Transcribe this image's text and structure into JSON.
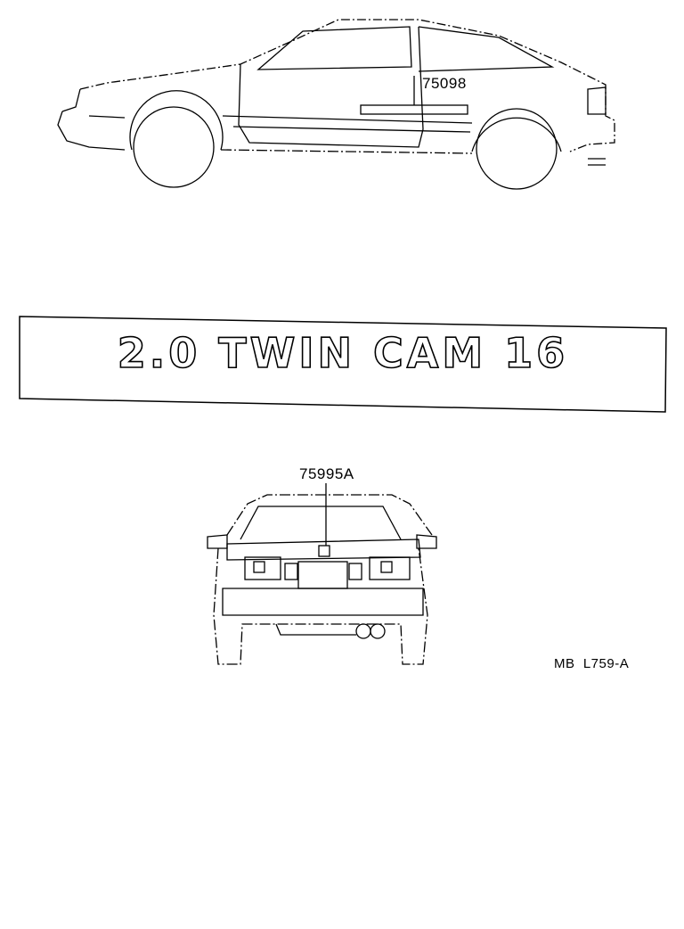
{
  "side_view": {
    "part_number": "75098"
  },
  "emblem": {
    "text": "2.0 TWIN CAM 16"
  },
  "rear_view": {
    "part_number": "75995A"
  },
  "diagram_code": "MB  L759-A",
  "colors": {
    "ink": "#000000",
    "paper": "#ffffff"
  }
}
